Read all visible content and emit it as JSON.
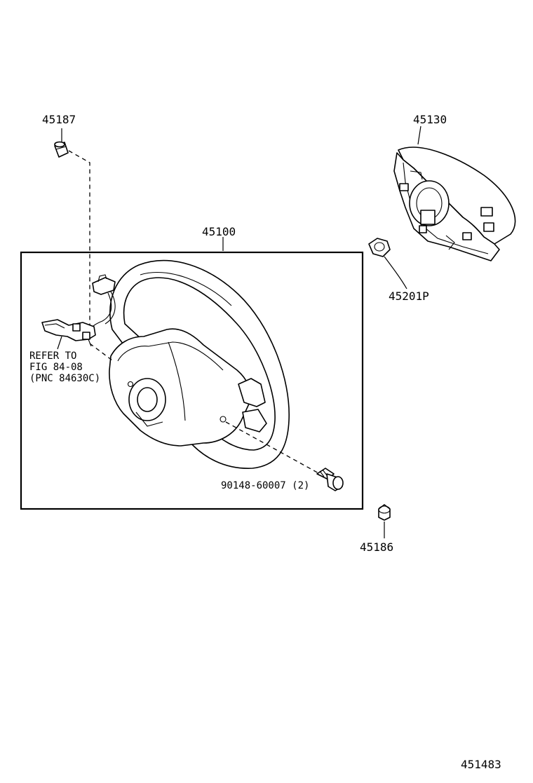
{
  "diagram": {
    "labels": {
      "p45187": "45187",
      "p45130": "45130",
      "p45100": "45100",
      "p45201p": "45201P",
      "refer_line1": "REFER TO",
      "refer_line2": "FIG 84-08",
      "refer_line3": "(PNC 84630C)",
      "p90148": "90148-60007 (2)",
      "p45186": "45186",
      "figure_code": "451483"
    }
  }
}
